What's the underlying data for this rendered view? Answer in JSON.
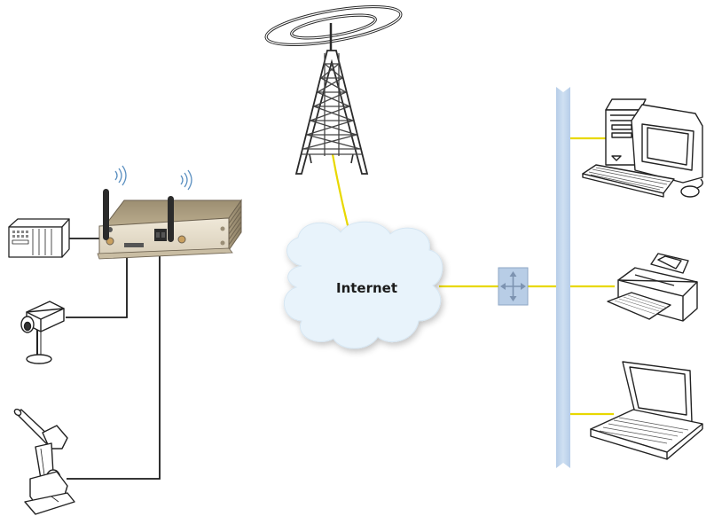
{
  "diagram": {
    "type": "network-topology",
    "cloud": {
      "label": "Internet"
    },
    "nodes": [
      {
        "id": "radio-tower",
        "kind": "wireless-broadcast-tower"
      },
      {
        "id": "industrial-router",
        "kind": "cellular-router",
        "antennas": 2
      },
      {
        "id": "plc",
        "kind": "programmable-logic-controller"
      },
      {
        "id": "ip-camera",
        "kind": "security-camera"
      },
      {
        "id": "industrial-robot",
        "kind": "robot-arm"
      },
      {
        "id": "internet",
        "kind": "cloud"
      },
      {
        "id": "network-switch",
        "kind": "switch"
      },
      {
        "id": "lan-bus",
        "kind": "ethernet-backbone"
      },
      {
        "id": "desktop-pc",
        "kind": "desktop-computer"
      },
      {
        "id": "printer",
        "kind": "printer"
      },
      {
        "id": "laptop",
        "kind": "laptop"
      }
    ],
    "links": [
      {
        "from": "radio-tower",
        "to": "internet",
        "medium": "wireless-uplink",
        "color": "#e8d800"
      },
      {
        "from": "internet",
        "to": "network-switch",
        "medium": "wan",
        "color": "#e8d800"
      },
      {
        "from": "network-switch",
        "to": "lan-bus",
        "medium": "lan",
        "color": "#e8d800"
      },
      {
        "from": "lan-bus",
        "to": "desktop-pc",
        "medium": "lan",
        "color": "#e8d800"
      },
      {
        "from": "lan-bus",
        "to": "printer",
        "medium": "lan",
        "color": "#e8d800"
      },
      {
        "from": "lan-bus",
        "to": "laptop",
        "medium": "lan",
        "color": "#e8d800"
      },
      {
        "from": "industrial-router",
        "to": "plc",
        "medium": "wired",
        "color": "#1a1a1a"
      },
      {
        "from": "industrial-router",
        "to": "ip-camera",
        "medium": "wired",
        "color": "#1a1a1a"
      },
      {
        "from": "industrial-router",
        "to": "industrial-robot",
        "medium": "wired",
        "color": "#1a1a1a"
      }
    ],
    "colors": {
      "wan_link": "#e8d800",
      "wired_link": "#1a1a1a",
      "lan_bus": "#c3d6ec",
      "cloud": "#e8f3fb",
      "switch_fill": "#b8cde6",
      "router_body": "#d8ccb4",
      "wifi_waves": "#5a8fc0"
    }
  }
}
